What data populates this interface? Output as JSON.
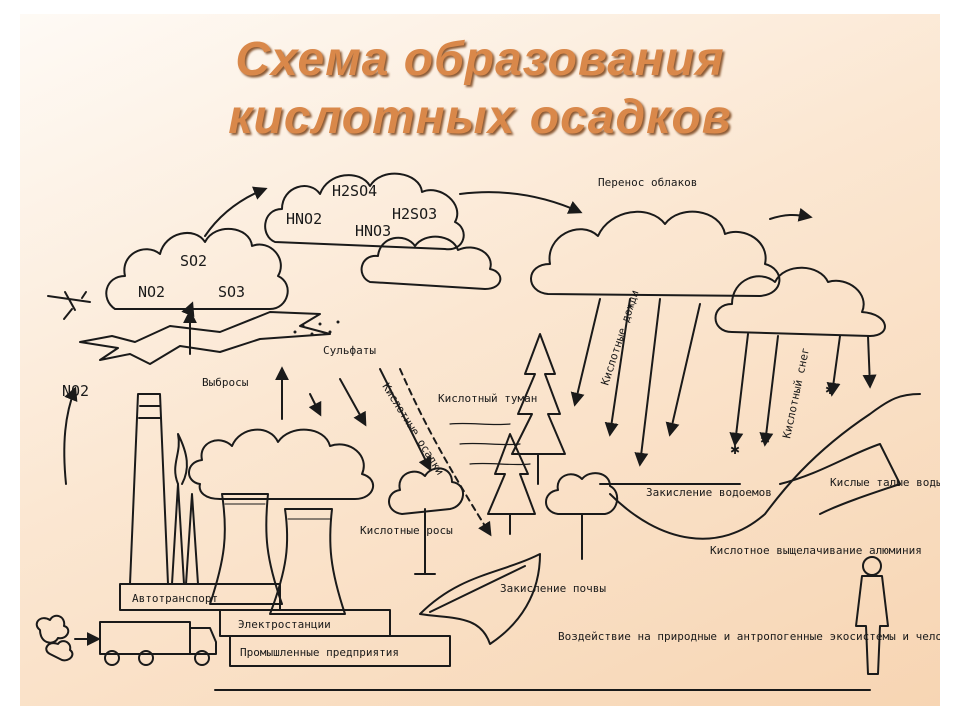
{
  "title_line1": "Схема образования",
  "title_line2": "кислотных осадков",
  "chem": {
    "so2": "SO2",
    "no2_cloud": "NO2",
    "so3": "SO3",
    "h2so4": "H2SO4",
    "hno2": "HNO2",
    "hno3": "HNO3",
    "h2so3": "H2SO3",
    "no2_side": "NO2"
  },
  "labels": {
    "cloud_transfer": "Перенос облаков",
    "emissions": "Выбросы",
    "sulfates": "Сульфаты",
    "acid_precip": "Кислотные осадки",
    "acid_fog": "Кислотный туман",
    "acid_rain": "Кислотные дожди",
    "acid_snow": "Кислотный снег",
    "acid_dew": "Кислотные росы",
    "lake_acid": "Закисление водоемов",
    "soil_acid": "Закисление почвы",
    "aluminium": "Кислотное выщелачивание алюминия",
    "acid_melt": "Кислые талые воды",
    "transport": "Автотранспорт",
    "power": "Электростанции",
    "industry": "Промышленные предприятия",
    "impact": "Воздействие на природные и антропогенные экосистемы и человека"
  }
}
